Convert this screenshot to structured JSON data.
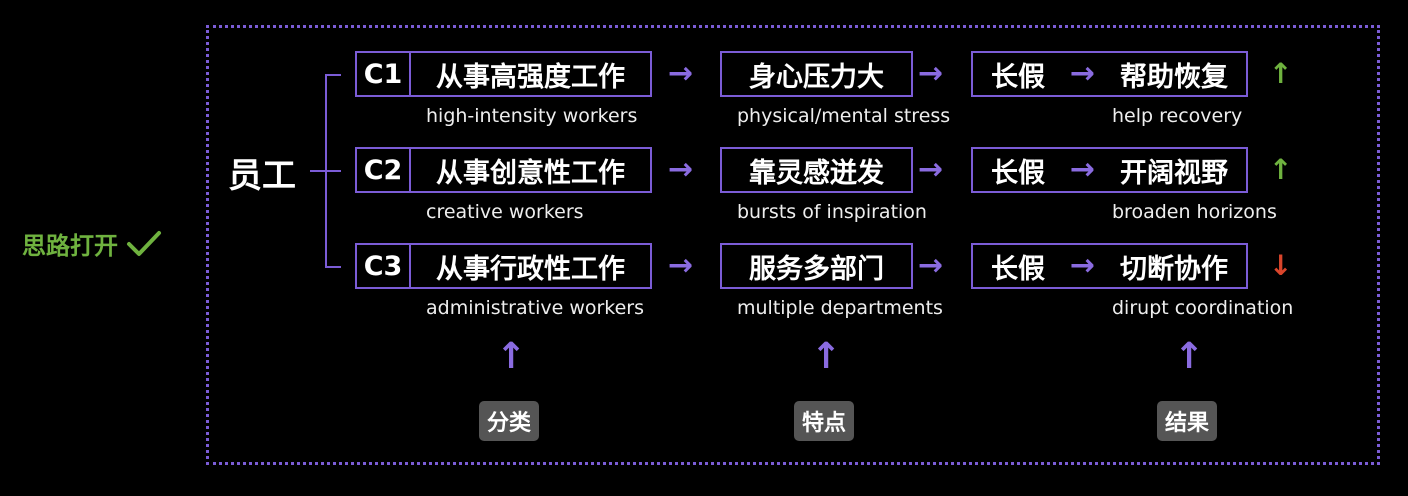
{
  "verdict": {
    "text": "思路打开",
    "icon": "check-icon",
    "color": "#6fb23f"
  },
  "root": "员工",
  "arrow_glyph": "→",
  "rows": [
    {
      "code": "C1",
      "category": "从事高强度工作",
      "category_en": "high-intensity workers",
      "trait": "身心压力大",
      "trait_en": "physical/mental stress",
      "cause": "长假",
      "result": "帮助恢复",
      "result_en": "help recovery",
      "trend": "↑",
      "trend_color": "#6fb23f"
    },
    {
      "code": "C2",
      "category": "从事创意性工作",
      "category_en": "creative workers",
      "trait": "靠灵感迸发",
      "trait_en": "bursts of inspiration",
      "cause": "长假",
      "result": "开阔视野",
      "result_en": "broaden horizons",
      "trend": "↑",
      "trend_color": "#6fb23f"
    },
    {
      "code": "C3",
      "category": "从事行政性工作",
      "category_en": "administrative workers",
      "trait": "服务多部门",
      "trait_en": "multiple departments",
      "cause": "长假",
      "result": "切断协作",
      "result_en": "dirupt coordination",
      "trend": "↓",
      "trend_color": "#d9452b"
    }
  ],
  "column_labels": [
    "分类",
    "特点",
    "结果"
  ],
  "colors": {
    "accent": "#7b5cd6",
    "tag_bg": "#555555"
  }
}
